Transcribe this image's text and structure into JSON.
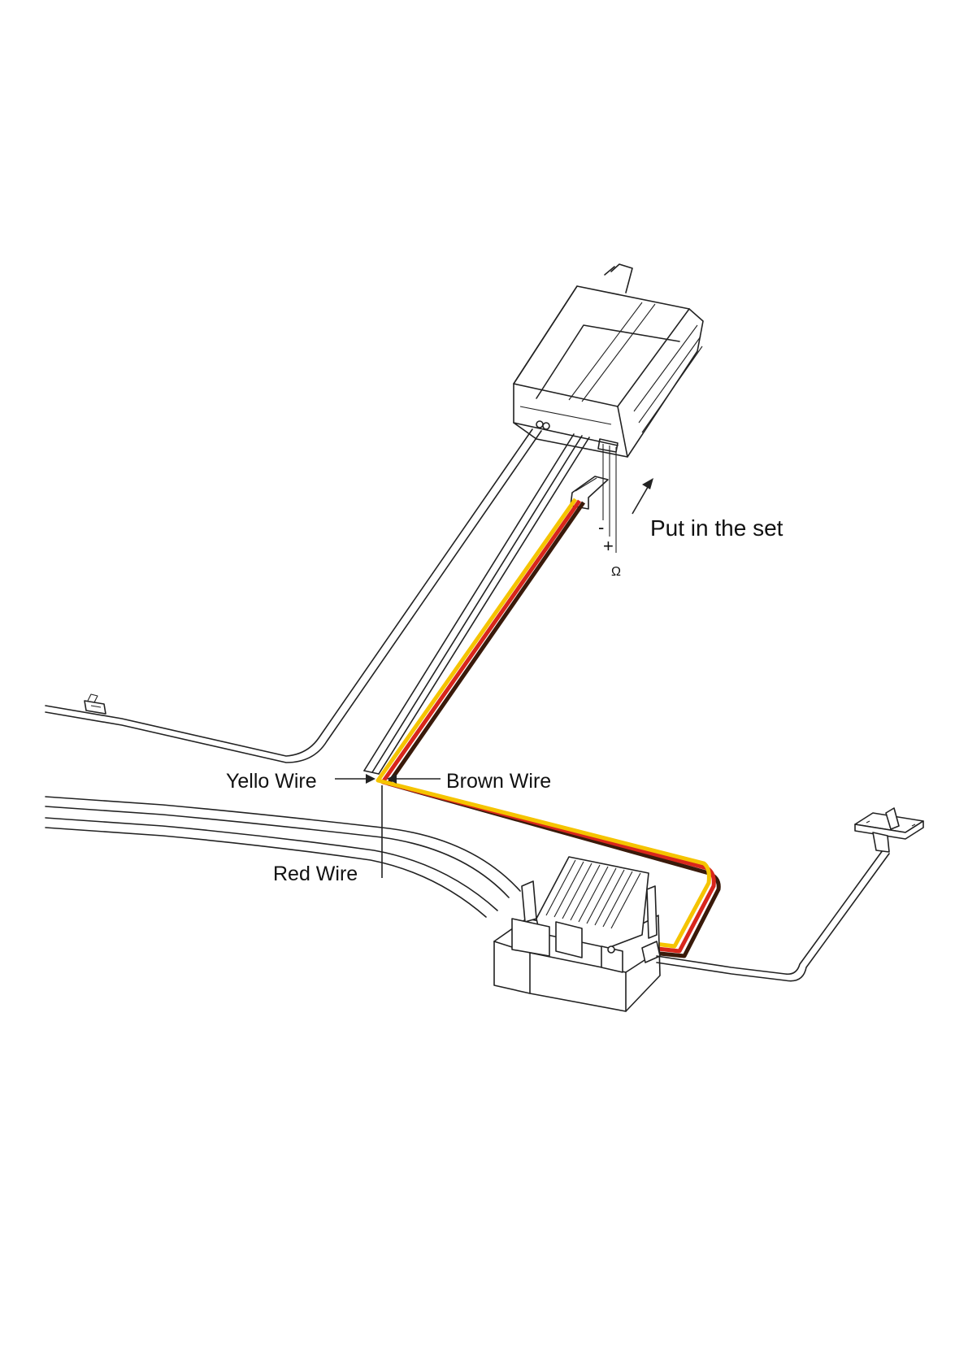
{
  "diagram": {
    "labels": {
      "put_in_set": "Put in the set",
      "minus": "-",
      "plus": "+",
      "omega": "Ω",
      "yellow_wire": "Yello Wire",
      "brown_wire": "Brown Wire",
      "red_wire": "Red Wire"
    },
    "wire_colors": {
      "yellow": "#f5c400",
      "red": "#d8261c",
      "brown": "#3a1a0a"
    }
  }
}
